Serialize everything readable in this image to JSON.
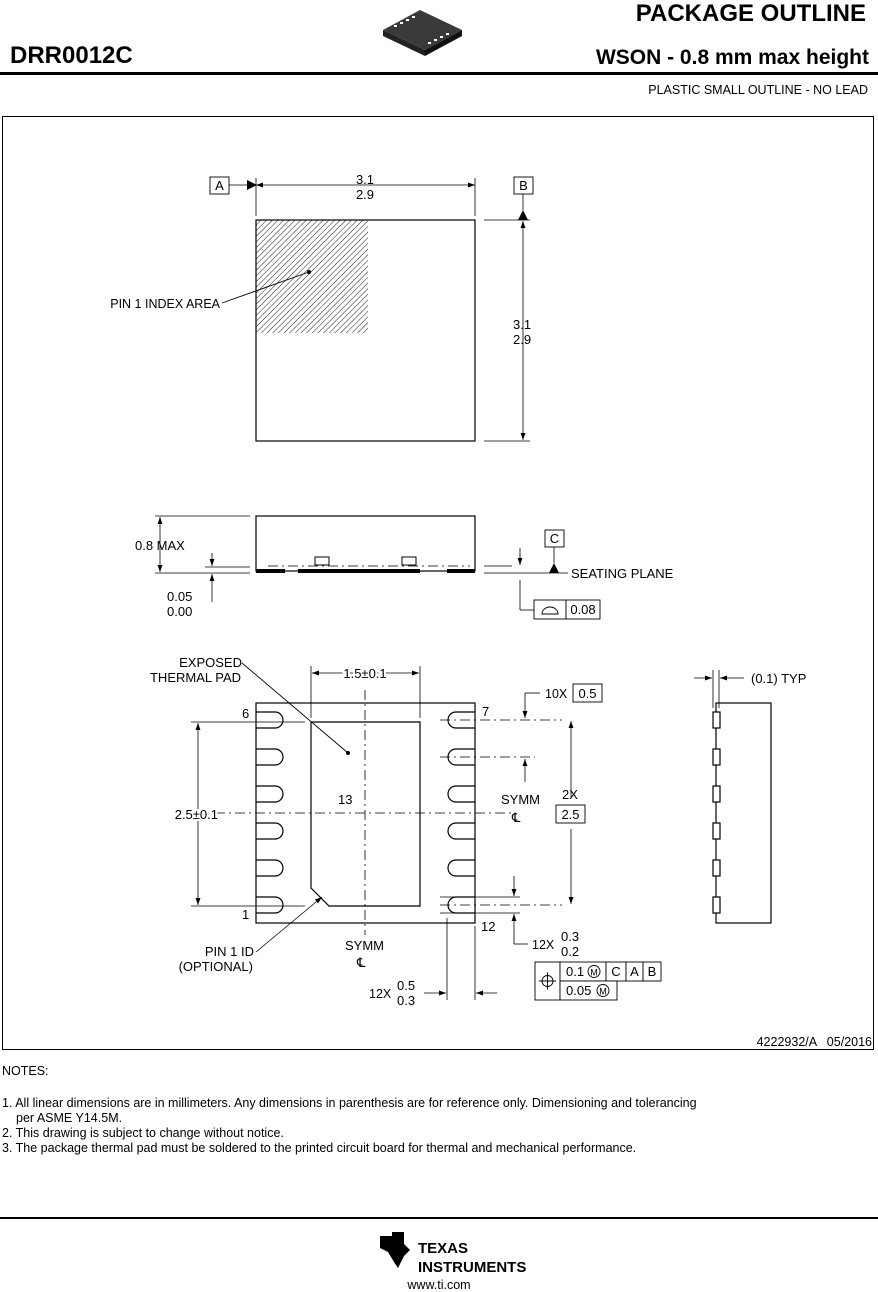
{
  "header": {
    "title": "PACKAGE OUTLINE",
    "part_number": "DRR0012C",
    "package": "WSON - 0.8 mm max height",
    "subtitle": "PLASTIC SMALL OUTLINE - NO LEAD"
  },
  "top_view": {
    "datum_a": "A",
    "datum_b": "B",
    "width_max": "3.1",
    "width_min": "2.9",
    "height_max": "3.1",
    "height_min": "2.9",
    "pin1_index_label": "PIN 1 INDEX AREA"
  },
  "side_view": {
    "max_height": "0.8 MAX",
    "standoff_max": "0.05",
    "standoff_min": "0.00",
    "datum_c": "C",
    "seating_plane": "SEATING PLANE",
    "flatness_value": "0.08"
  },
  "bottom_view": {
    "exposed_pad_line1": "EXPOSED",
    "exposed_pad_line2": "THERMAL PAD",
    "pad_width": "1.5±0.1",
    "pad_length": "2.5±0.1",
    "pin_6": "6",
    "pin_7": "7",
    "pin_1": "1",
    "pin_12": "12",
    "pad_number": "13",
    "pitch_count": "10X",
    "pitch_value": "0.5",
    "row_count": "2X",
    "row_value": "2.5",
    "symm": "SYMM",
    "centerline": "℄",
    "pin1_id_line1": "PIN 1 ID",
    "pin1_id_line2": "(OPTIONAL)",
    "lead_width_count": "12X",
    "lead_width_max": "0.3",
    "lead_width_min": "0.2",
    "lead_length_count": "12X",
    "lead_length_max": "0.5",
    "lead_length_min": "0.3",
    "position_tol": "0.1",
    "position_tol2": "0.05",
    "fcf_c": "C",
    "fcf_a": "A",
    "fcf_b": "B"
  },
  "end_view": {
    "typ_label": "(0.1) TYP"
  },
  "drawing_ref": "4222932/A   05/2016",
  "notes": {
    "title": "NOTES:",
    "items": [
      "1. All linear dimensions are in millimeters. Any dimensions in parenthesis are for reference only. Dimensioning and tolerancing",
      "per ASME Y14.5M.",
      "2. This drawing is subject to change without notice.",
      "3. The package thermal pad must be soldered to the printed circuit board for thermal and mechanical performance."
    ]
  },
  "footer": {
    "logo_line1": "TEXAS",
    "logo_line2": "INSTRUMENTS",
    "url": "www.ti.com"
  }
}
